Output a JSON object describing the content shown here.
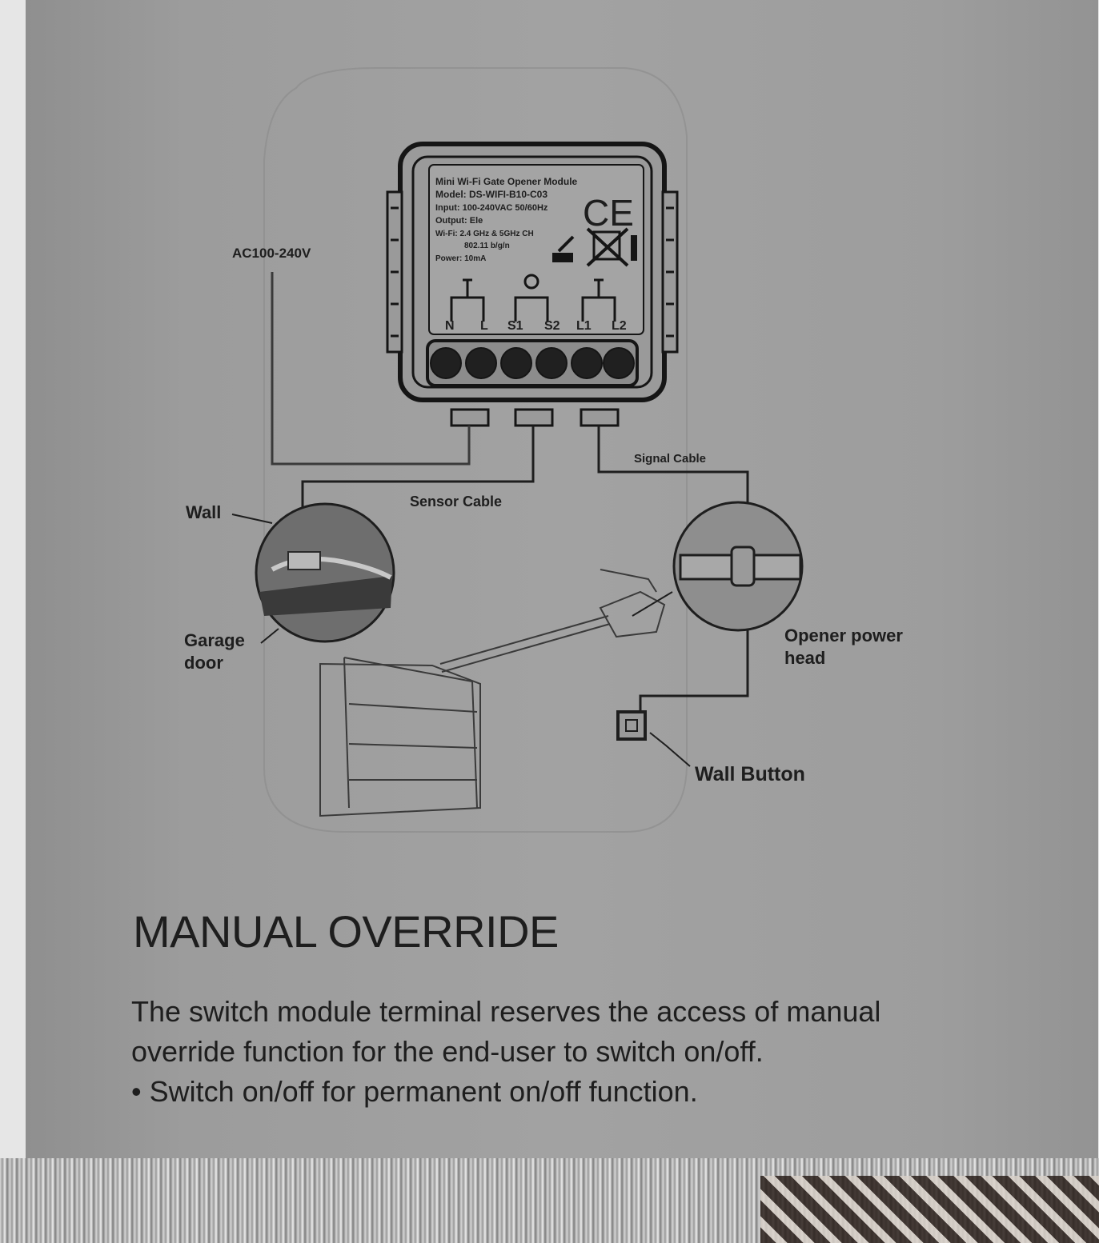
{
  "diagram": {
    "module_label": {
      "line1": "Mini Wi-Fi Gate Opener Module",
      "line2": "Model: DS-WIFI-B10-C03",
      "line3": "Input: 100-240VAC 50/60Hz",
      "line4": "Output: Ele",
      "line5": "Wi-Fi: 2.4 GHz & 5GHz CH",
      "line6": "802.11 b/g/n",
      "line7": "Power: 10mA"
    },
    "ce_mark": "CE",
    "terminals": [
      "N",
      "L",
      "S1",
      "S2",
      "L1",
      "L2"
    ],
    "callouts": {
      "ac_input": "AC100-240V",
      "wall": "Wall",
      "garage_door_line1": "Garage",
      "garage_door_line2": "door",
      "sensor_cable": "Sensor Cable",
      "signal_cable": "Signal Cable",
      "opener_power_head_line1": "Opener power",
      "opener_power_head_line2": "head",
      "wall_button": "Wall Button"
    }
  },
  "section": {
    "title": "MANUAL OVERRIDE",
    "paragraph_line1": "The switch module terminal reserves the access of manual",
    "paragraph_line2": "override function for the end-user to switch on/off.",
    "bullet": "• Switch on/off for permanent on/off function."
  }
}
